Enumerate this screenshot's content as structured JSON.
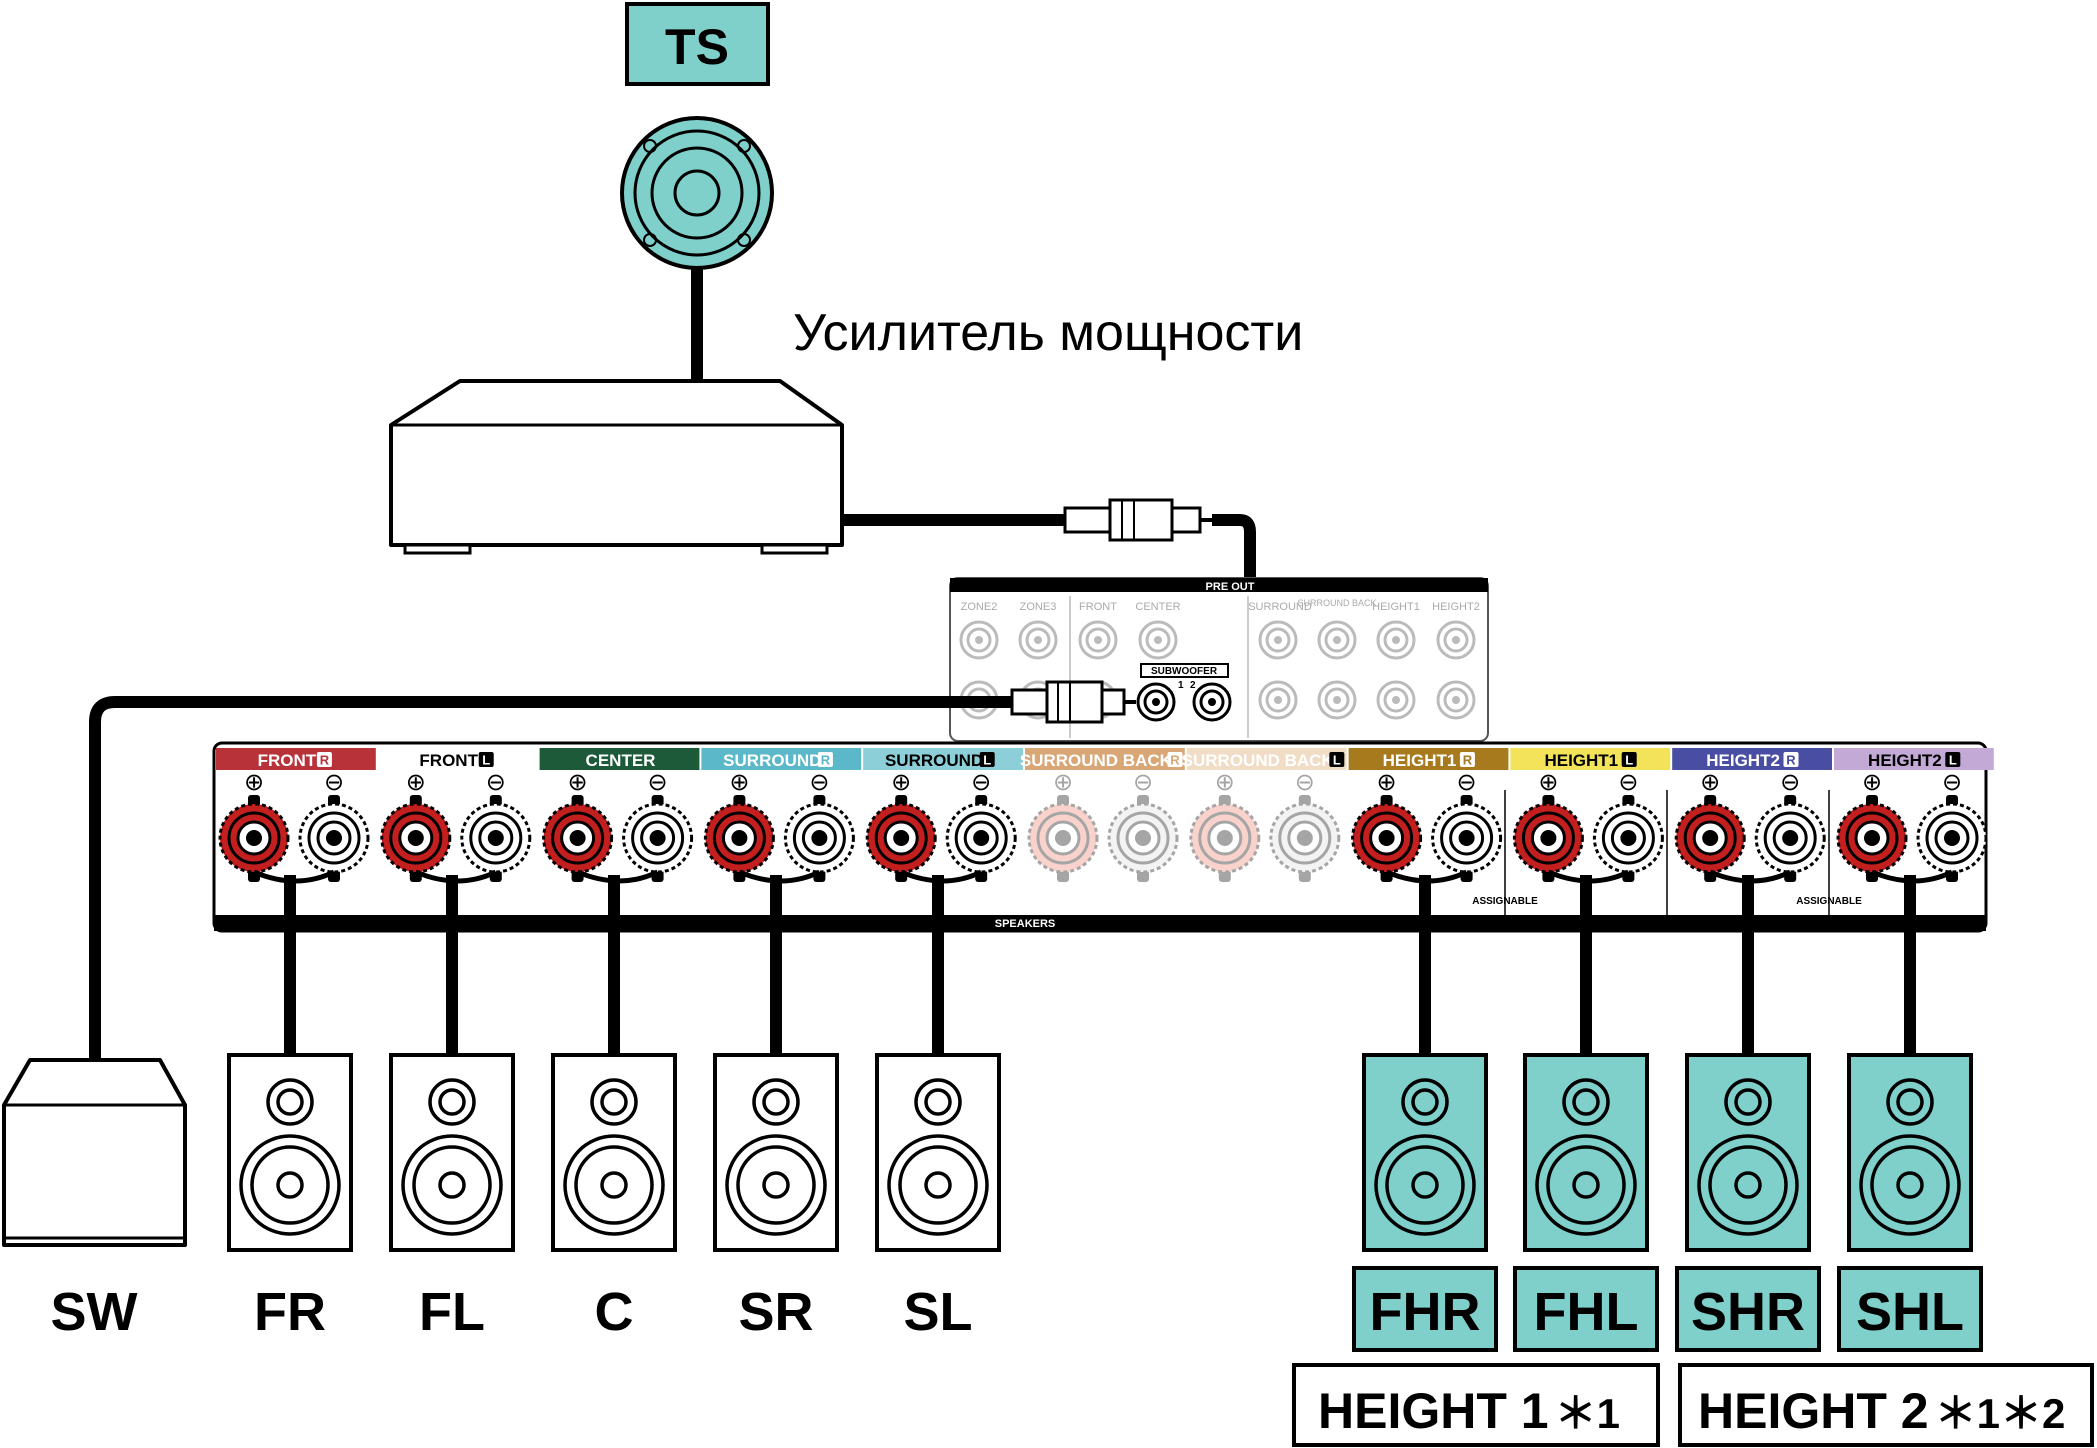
{
  "top_speaker": {
    "label": "TS"
  },
  "amplifier": {
    "label": "Усилитель мощности"
  },
  "preout": {
    "title": "PRE OUT",
    "channels": [
      "ZONE2",
      "ZONE3",
      "FRONT",
      "CENTER",
      "SURROUND",
      "SURROUND BACK",
      "HEIGHT1",
      "HEIGHT2"
    ],
    "subwoofer_label": "SUBWOOFER",
    "subwoofer_numbers": [
      "1",
      "2"
    ]
  },
  "speaker_panel": {
    "bottom_label": "SPEAKERS",
    "assignable_label": "ASSIGNABLE",
    "plus_symbol": "⊕",
    "minus_symbol": "⊖",
    "channels": [
      {
        "name": "FRONT",
        "side": "R",
        "color": "#b8323a",
        "active": true
      },
      {
        "name": "FRONT",
        "side": "L",
        "color": "#ffffff",
        "active": true
      },
      {
        "name": "CENTER",
        "side": "",
        "color": "#1c5a3a",
        "active": true
      },
      {
        "name": "SURROUND",
        "side": "R",
        "color": "#5bb8c9",
        "active": true
      },
      {
        "name": "SURROUND",
        "side": "L",
        "color": "#8ccfd9",
        "active": true
      },
      {
        "name": "SURROUND BACK",
        "side": "R",
        "color": "#d9a675",
        "active": false
      },
      {
        "name": "SURROUND BACK",
        "side": "L",
        "color": "#f1dcc5",
        "active": false
      },
      {
        "name": "HEIGHT1",
        "side": "R",
        "color": "#a77a1e",
        "active": true
      },
      {
        "name": "HEIGHT1",
        "side": "L",
        "color": "#f3e35a",
        "active": true
      },
      {
        "name": "HEIGHT2",
        "side": "R",
        "color": "#4a4ea3",
        "active": true
      },
      {
        "name": "HEIGHT2",
        "side": "L",
        "color": "#c3a9d6",
        "active": true
      }
    ]
  },
  "speakers": {
    "subwoofer": "SW",
    "front": [
      "FR",
      "FL",
      "C",
      "SR",
      "SL"
    ],
    "height": [
      "FHR",
      "FHL",
      "SHR",
      "SHL"
    ]
  },
  "groups": [
    {
      "label": "HEIGHT 1",
      "note": "＊1"
    },
    {
      "label": "HEIGHT 2",
      "note": "＊1＊2"
    }
  ],
  "colors": {
    "teal": "#7fcfcb",
    "red_terminal": "#c41f1f",
    "cable": "#000000"
  }
}
